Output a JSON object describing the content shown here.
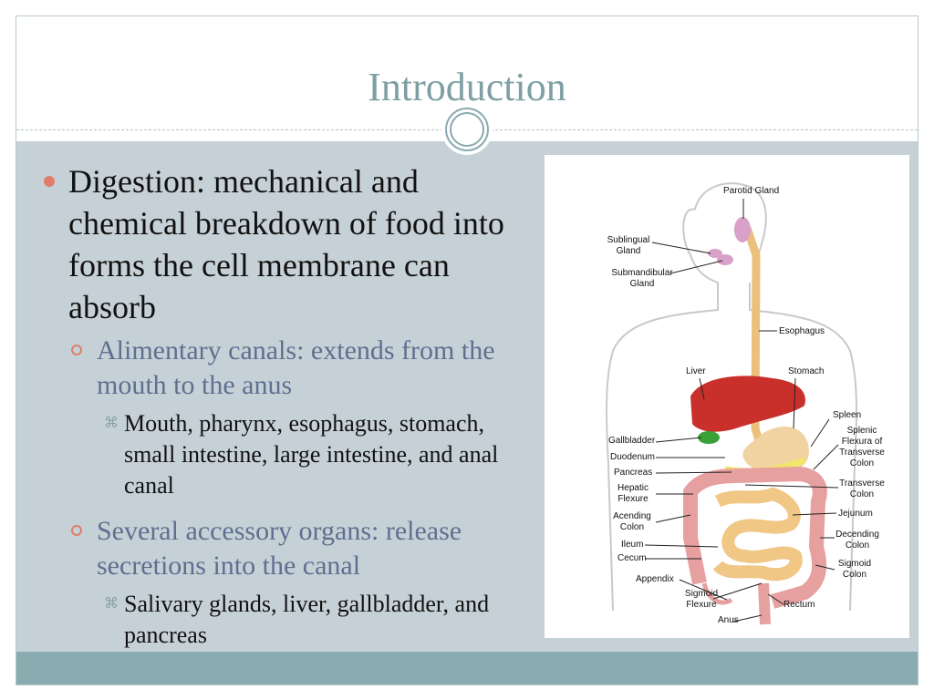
{
  "slide": {
    "title": "Introduction",
    "bullets": [
      {
        "text": "Digestion: mechanical and chemical breakdown of food into forms the cell membrane can absorb",
        "children": [
          {
            "text": "Alimentary canals: extends from the mouth to the anus",
            "children": [
              "Mouth, pharynx, esophagus, stomach, small intestine, large intestine, and anal canal"
            ]
          },
          {
            "text": "Several accessory organs: release secretions into the canal",
            "children": [
              "Salivary glands, liver, gallbladder, and pancreas"
            ]
          }
        ]
      }
    ]
  },
  "diagram": {
    "labels": {
      "parotid_gland": "Parotid Gland",
      "sublingual_gland": "Sublingual Gland",
      "submandibular_gland": "Submandibular Gland",
      "esophagus": "Esophagus",
      "liver": "Liver",
      "stomach": "Stomach",
      "spleen": "Spleen",
      "splenic_flexure": "Splenic Flexura of Transverse Colon",
      "gallbladder": "Gallbladder",
      "duodenum": "Duodenum",
      "pancreas": "Pancreas",
      "transverse_colon": "Transverse Colon",
      "hepatic_flexure": "Hepatic Flexure",
      "jejunum": "Jejunum",
      "ascending_colon": "Acending Colon",
      "descending_colon": "Decending Colon",
      "ileum": "Ileum",
      "cecum": "Cecum",
      "sigmoid_colon": "Sigmoid Colon",
      "appendix": "Appendix",
      "sigmoid_flexure": "Sigmoid Flexure",
      "rectum": "Rectum",
      "anus": "Anus"
    }
  },
  "colors": {
    "title": "#7e9fa3",
    "accent": "#e07d68",
    "content_bg": "#c6d1d7",
    "bar": "#8aabb0",
    "sub_text": "#5f6f8f"
  }
}
